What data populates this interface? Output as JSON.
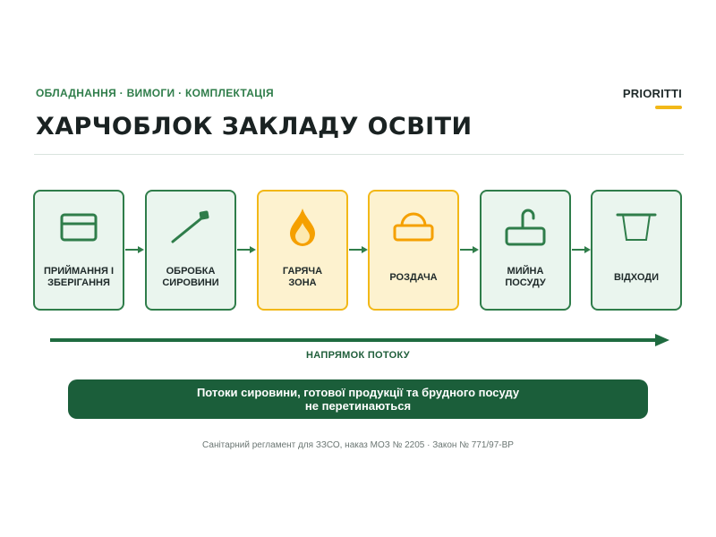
{
  "header": {
    "eyebrow": "ОБЛАДНАННЯ · ВИМОГИ · КОМПЛЕКТАЦІЯ",
    "brand": "PRIORITTI",
    "title": "ХАРЧОБЛОК ЗАКЛАДУ ОСВІТИ"
  },
  "stages": [
    {
      "label": "ПРИЙМАННЯ І\nЗБЕРІГАННЯ",
      "icon": "storage-box-icon",
      "zone": "cold"
    },
    {
      "label": "ОБРОБКА\nСИРОВИНИ",
      "icon": "knife-icon",
      "zone": "cold"
    },
    {
      "label": "ГАРЯЧА\nЗОНА",
      "icon": "flame-icon",
      "zone": "hot"
    },
    {
      "label": "РОЗДАЧА",
      "icon": "cloche-icon",
      "zone": "hot"
    },
    {
      "label": "МИЙНА\nПОСУДУ",
      "icon": "sink-faucet-icon",
      "zone": "cold"
    },
    {
      "label": "ВІДХОДИ",
      "icon": "waste-bin-icon",
      "zone": "cold"
    }
  ],
  "flow": {
    "label": "НАПРЯМОК ПОТОКУ"
  },
  "banner": {
    "text": "Потоки сировини, готової продукції та брудного посуду\nне перетинаються"
  },
  "footnote": "Санітарний регламент для ЗЗСО, наказ МОЗ № 2205 · Закон № 771/97-ВР",
  "colors": {
    "green": "#2f7d4a",
    "dark_green": "#1b5e3a",
    "light_green": "#eaf5ee",
    "yellow": "#f2b818",
    "light_yellow": "#fdf2cf",
    "flame_orange": "#f5a000"
  }
}
